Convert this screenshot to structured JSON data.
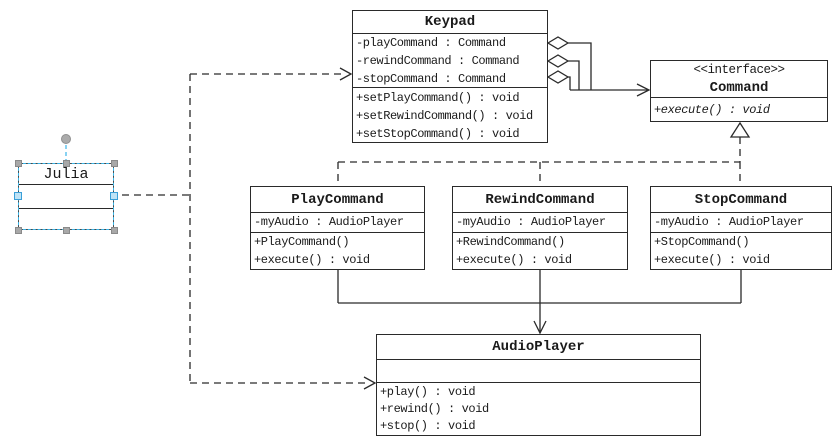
{
  "diagram": {
    "type": "uml-class-diagram",
    "classes": {
      "keypad": {
        "name": "Keypad",
        "attributes": [
          "-playCommand : Command",
          "-rewindCommand : Command",
          "-stopCommand : Command"
        ],
        "methods": [
          "+setPlayCommand() : void",
          "+setRewindCommand() : void",
          "+setStopCommand() : void"
        ]
      },
      "command": {
        "stereotype": "<<interface>>",
        "name": "Command",
        "methods": [
          "+execute() : void"
        ]
      },
      "play_command": {
        "name": "PlayCommand",
        "attributes": [
          "-myAudio : AudioPlayer"
        ],
        "methods": [
          "+PlayCommand()",
          "+execute() : void"
        ]
      },
      "rewind_command": {
        "name": "RewindCommand",
        "attributes": [
          "-myAudio : AudioPlayer"
        ],
        "methods": [
          "+RewindCommand()",
          "+execute() : void"
        ]
      },
      "stop_command": {
        "name": "StopCommand",
        "attributes": [
          "-myAudio : AudioPlayer"
        ],
        "methods": [
          "+StopCommand()",
          "+execute() : void"
        ]
      },
      "audio_player": {
        "name": "AudioPlayer",
        "attributes": [],
        "methods": [
          "+play() : void",
          "+rewind() : void",
          "+stop() : void"
        ]
      },
      "julia": {
        "name": "Julia",
        "selected": true
      }
    },
    "relationships": [
      {
        "type": "aggregation",
        "from": "Keypad",
        "to": "Command",
        "count": 3
      },
      {
        "type": "realization",
        "from": "PlayCommand",
        "to": "Command"
      },
      {
        "type": "realization",
        "from": "RewindCommand",
        "to": "Command"
      },
      {
        "type": "realization",
        "from": "StopCommand",
        "to": "Command"
      },
      {
        "type": "directed-association",
        "from": "RewindCommand",
        "to": "AudioPlayer"
      },
      {
        "type": "dependency",
        "from": "Julia",
        "to": "Keypad"
      },
      {
        "type": "dependency",
        "from": "Julia",
        "to": "AudioPlayer"
      }
    ],
    "colors": {
      "line": "#2a2a2a",
      "background": "#ffffff",
      "selection_accent": "#3ab5e8",
      "handle_gray": "#a8a8a8",
      "handle_blue_fill": "#bfe3f6",
      "handle_blue_border": "#3a9fd8"
    }
  }
}
